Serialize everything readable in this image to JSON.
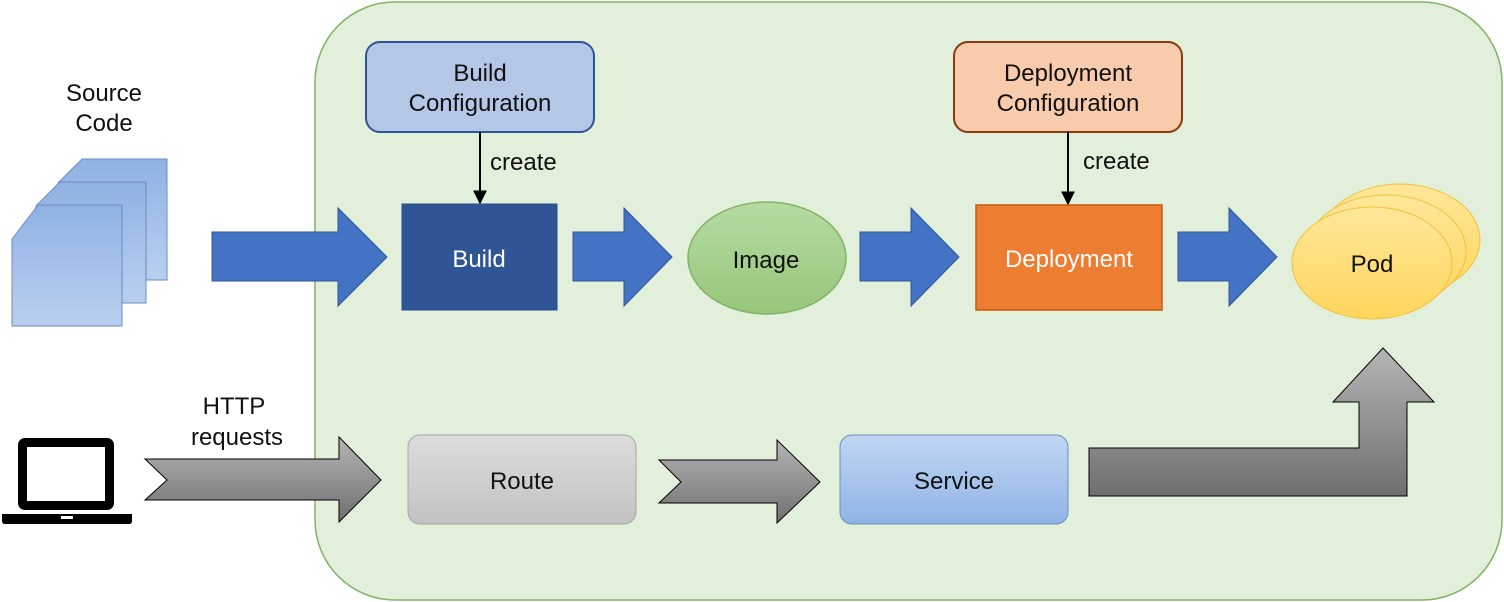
{
  "labels": {
    "source_code": [
      "Source",
      "Code"
    ],
    "build_config": [
      "Build",
      "Configuration"
    ],
    "deployment_config": [
      "Deployment",
      "Configuration"
    ],
    "create_left": "create",
    "create_right": "create",
    "build": "Build",
    "image": "Image",
    "deployment": "Deployment",
    "pod": "Pod",
    "http": [
      "HTTP",
      "requests"
    ],
    "route": "Route",
    "service": "Service"
  },
  "colors": {
    "cluster_fill": "#e2efda",
    "cluster_stroke": "#82b366",
    "build_config_fill": "#b4c7e7",
    "build_config_stroke": "#2f5597",
    "deploy_config_fill": "#f8cbad",
    "deploy_config_stroke": "#843c0c",
    "build_fill": "#2f5597",
    "deployment_fill": "#ed7d31",
    "image_fill": "#a9d18e",
    "pod_fill": "#ffd966",
    "blue_arrow": "#4472c4",
    "gray_arrow": "#8c8c8c",
    "route_fill": "#d0d0d0",
    "service_fill": "#a9c4eb"
  },
  "icons": {
    "source": "document-stack-icon",
    "client": "laptop-icon"
  }
}
